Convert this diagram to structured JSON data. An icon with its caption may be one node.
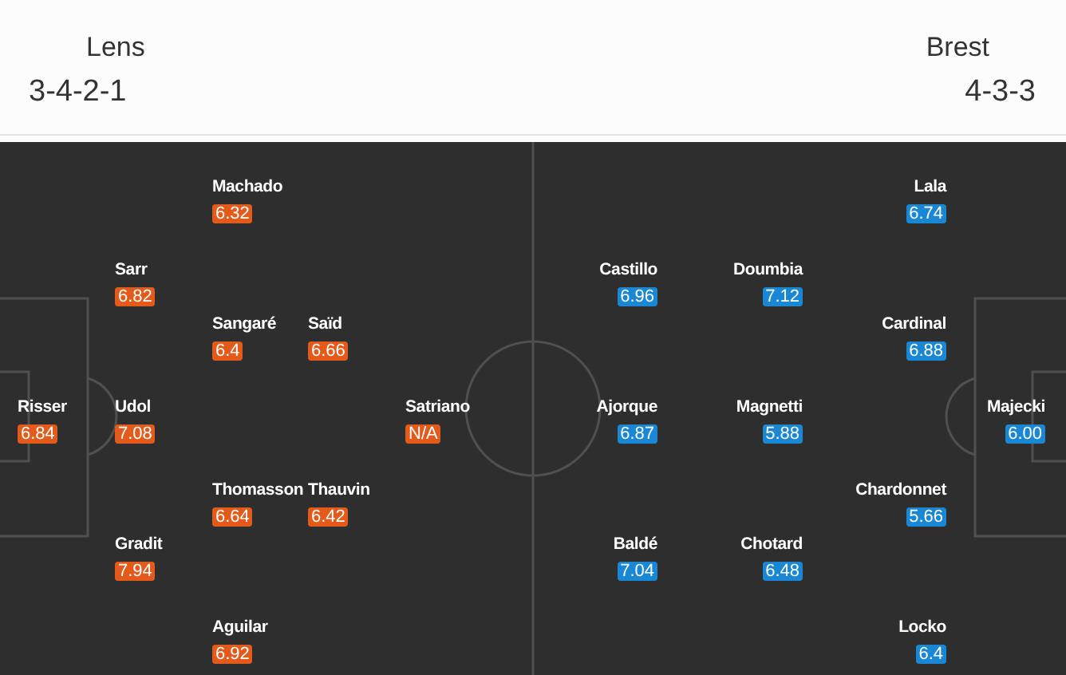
{
  "diagram": {
    "nodes": [
      {
        "text": [
          "Machado",
          "6.32"
        ]
      },
      {
        "text": [
          "Lala",
          "6.74"
        ]
      },
      {
        "text": [
          "Sarr",
          "6.82"
        ]
      },
      {
        "text": [
          "Castillo",
          "6.96"
        ]
      },
      {
        "text": [
          "Doumbia",
          "7.12"
        ]
      },
      {
        "text": [
          "Sangaré",
          "6.4"
        ]
      },
      {
        "text": [
          "Saïd",
          "6.66"
        ]
      },
      {
        "text": [
          "Cardinal",
          "6.88"
        ]
      },
      {
        "text": [
          "Risser",
          "6.84"
        ]
      },
      {
        "text": [
          "Udol",
          "7.08"
        ]
      },
      {
        "text": [
          "Satriano",
          "N/A"
        ]
      },
      {
        "text": [
          "Ajorque",
          "6.87"
        ]
      },
      {
        "text": [
          "Magnetti",
          "5.88"
        ]
      },
      {
        "text": [
          "Majecki",
          "6.00"
        ]
      },
      {
        "text": [
          "Thomasson",
          "6.64"
        ]
      },
      {
        "text": [
          "Thauvin",
          "6.42"
        ]
      },
      {
        "text": [
          "Chardonnet",
          "5.66"
        ]
      },
      {
        "text": [
          "Gradit",
          "7.94"
        ]
      },
      {
        "text": [
          "Baldé",
          "7.04"
        ]
      },
      {
        "text": [
          "Chotard",
          "6.48"
        ]
      },
      {
        "text": [
          "Aguilar",
          "6.92"
        ]
      },
      {
        "text": [
          "Locko",
          "6.4"
        ]
      }
    ],
    "labels": [
      "Lens",
      "Brest",
      "3-4-2-1",
      "4-3-3"
    ]
  }
}
